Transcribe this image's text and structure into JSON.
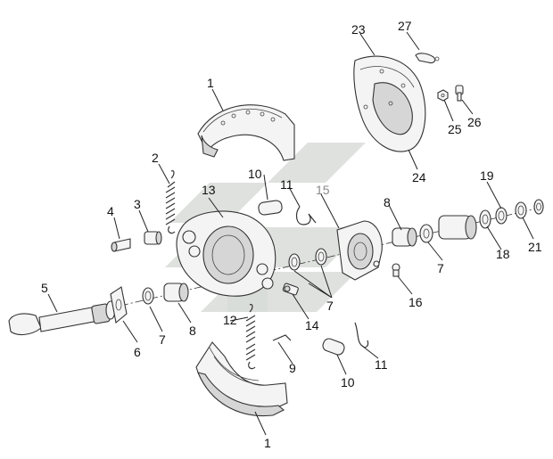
{
  "diagram": {
    "colors": {
      "ink": "#111111",
      "highlight_label": "#8a8a8a",
      "watermark": "#d8dcd8"
    },
    "callouts": [
      {
        "id": "c1a",
        "label": "1"
      },
      {
        "id": "c1b",
        "label": "1"
      },
      {
        "id": "c2",
        "label": "2"
      },
      {
        "id": "c3",
        "label": "3"
      },
      {
        "id": "c4",
        "label": "4"
      },
      {
        "id": "c5",
        "label": "5"
      },
      {
        "id": "c6",
        "label": "6"
      },
      {
        "id": "c7a",
        "label": "7"
      },
      {
        "id": "c7b",
        "label": "7"
      },
      {
        "id": "c7c",
        "label": "7"
      },
      {
        "id": "c8a",
        "label": "8"
      },
      {
        "id": "c8b",
        "label": "8"
      },
      {
        "id": "c9",
        "label": "9"
      },
      {
        "id": "c10a",
        "label": "10"
      },
      {
        "id": "c10b",
        "label": "10"
      },
      {
        "id": "c11a",
        "label": "11"
      },
      {
        "id": "c11b",
        "label": "11"
      },
      {
        "id": "c12",
        "label": "12"
      },
      {
        "id": "c13",
        "label": "13"
      },
      {
        "id": "c14",
        "label": "14"
      },
      {
        "id": "c15",
        "label": "15"
      },
      {
        "id": "c16",
        "label": "16"
      },
      {
        "id": "c18",
        "label": "18"
      },
      {
        "id": "c19",
        "label": "19"
      },
      {
        "id": "c21",
        "label": "21"
      },
      {
        "id": "c23",
        "label": "23"
      },
      {
        "id": "c24",
        "label": "24"
      },
      {
        "id": "c25",
        "label": "25"
      },
      {
        "id": "c26",
        "label": "26"
      },
      {
        "id": "c27",
        "label": "27"
      }
    ]
  }
}
